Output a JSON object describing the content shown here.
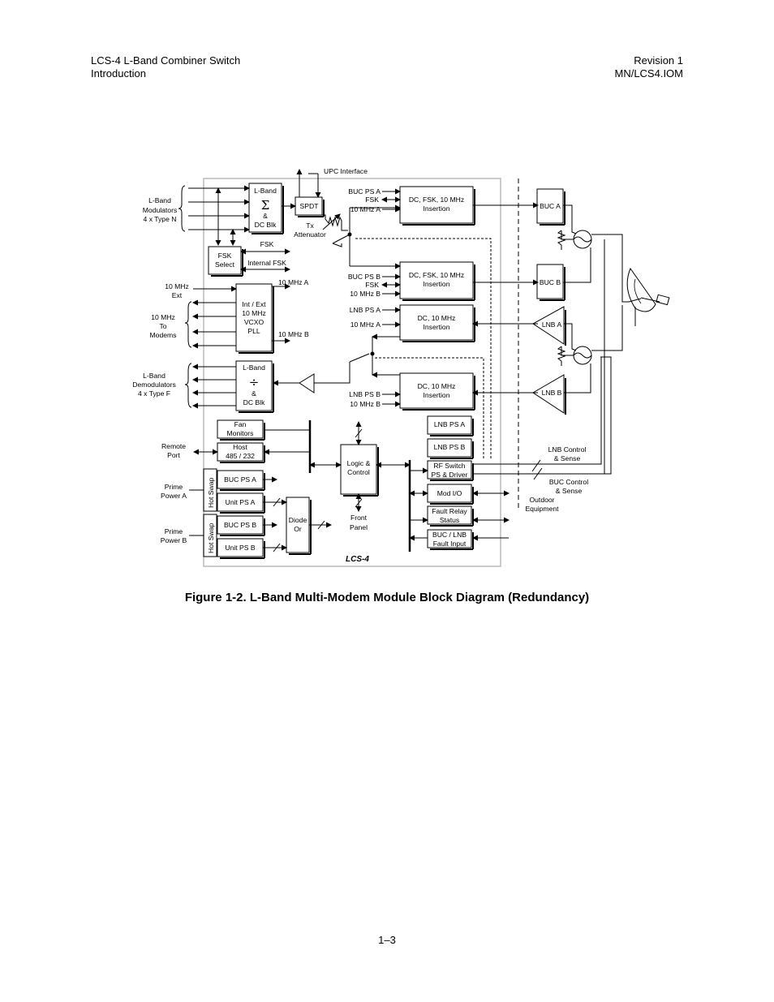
{
  "header": {
    "doc_title": "LCS-4 L-Band Combiner Switch",
    "section": "Introduction",
    "revision": "Revision 1",
    "doc_number": "MN/LCS4.IOM"
  },
  "figure": {
    "caption": "Figure 1-2.  L-Band Multi-Modem Module Block Diagram (Redundancy)"
  },
  "page_number": "1–3",
  "diagram": {
    "enclosure_label": "LCS-4",
    "upc_interface": "UPC Interface",
    "lband_mod_label": [
      "L-Band",
      "Modulators",
      "4 x Type N"
    ],
    "lband_demod_label": [
      "L-Band",
      "Demodulators",
      "4 x Type F"
    ],
    "ext_10mhz": [
      "10 MHz",
      "Ext"
    ],
    "to_modems_10mhz": [
      "10 MHz",
      "To",
      "Modems"
    ],
    "remote_port": [
      "Remote",
      "Port"
    ],
    "prime_power_a": [
      "Prime",
      "Power A"
    ],
    "prime_power_b": [
      "Prime",
      "Power B"
    ],
    "combiner": {
      "top": "L-Band",
      "symbol": "Σ",
      "amp": "&",
      "bottom": "DC Blk"
    },
    "divider": {
      "top": "L-Band",
      "symbol": "÷",
      "amp": "&",
      "bottom": "DC Blk"
    },
    "spdt": "SPDT",
    "tx_attenuator": [
      "Tx",
      "Attenuator"
    ],
    "fsk_select": [
      "FSK",
      "Select"
    ],
    "fsk": "FSK",
    "internal_fsk": "Internal FSK",
    "vcxo": [
      "Int / Ext",
      "10 MHz",
      "VCXO",
      "PLL"
    ],
    "ten_mhz_a": "10 MHz A",
    "ten_mhz_b": "10 MHz B",
    "fan_monitors": [
      "Fan",
      "Monitors"
    ],
    "host": [
      "Host",
      "485 / 232"
    ],
    "hot_swap": "Hot Swap",
    "buc_ps_a": "BUC PS A",
    "unit_ps_a": "Unit PS A",
    "buc_ps_b": "BUC PS B",
    "unit_ps_b": "Unit PS B",
    "diode_or": [
      "Diode",
      "Or"
    ],
    "logic_control": [
      "Logic &",
      "Control"
    ],
    "front_panel": [
      "Front",
      "Panel"
    ],
    "ins_a": {
      "lines": [
        "DC, FSK, 10 MHz",
        "Insertion"
      ],
      "inputs": [
        "BUC PS A",
        "FSK",
        "10 MHz A"
      ]
    },
    "ins_b": {
      "lines": [
        "DC, FSK, 10 MHz",
        "Insertion"
      ],
      "inputs": [
        "BUC PS B",
        "FSK",
        "10 MHz B"
      ]
    },
    "ins_c": {
      "lines": [
        "DC, 10 MHz",
        "Insertion"
      ],
      "inputs": [
        "LNB PS A",
        "10 MHz A"
      ]
    },
    "ins_d": {
      "lines": [
        "DC, 10 MHz",
        "Insertion"
      ],
      "inputs": [
        "LNB PS B",
        "10 MHz B"
      ]
    },
    "lnb_ps_a": "LNB PS A",
    "lnb_ps_b": "LNB PS B",
    "rf_switch": [
      "RF Switch",
      "PS & Driver"
    ],
    "mod_io": "Mod I/O",
    "fault_relay": [
      "Fault Relay",
      "Status"
    ],
    "buc_lnb_fault": [
      "BUC / LNB",
      "Fault Input"
    ],
    "buc_a": "BUC A",
    "buc_b": "BUC B",
    "lnb_a": "LNB A",
    "lnb_b": "LNB B",
    "lnb_control": [
      "LNB Control",
      "& Sense"
    ],
    "buc_control": [
      "BUC Control",
      "& Sense"
    ],
    "outdoor_equipment": [
      "Outdoor",
      "Equipment"
    ]
  }
}
